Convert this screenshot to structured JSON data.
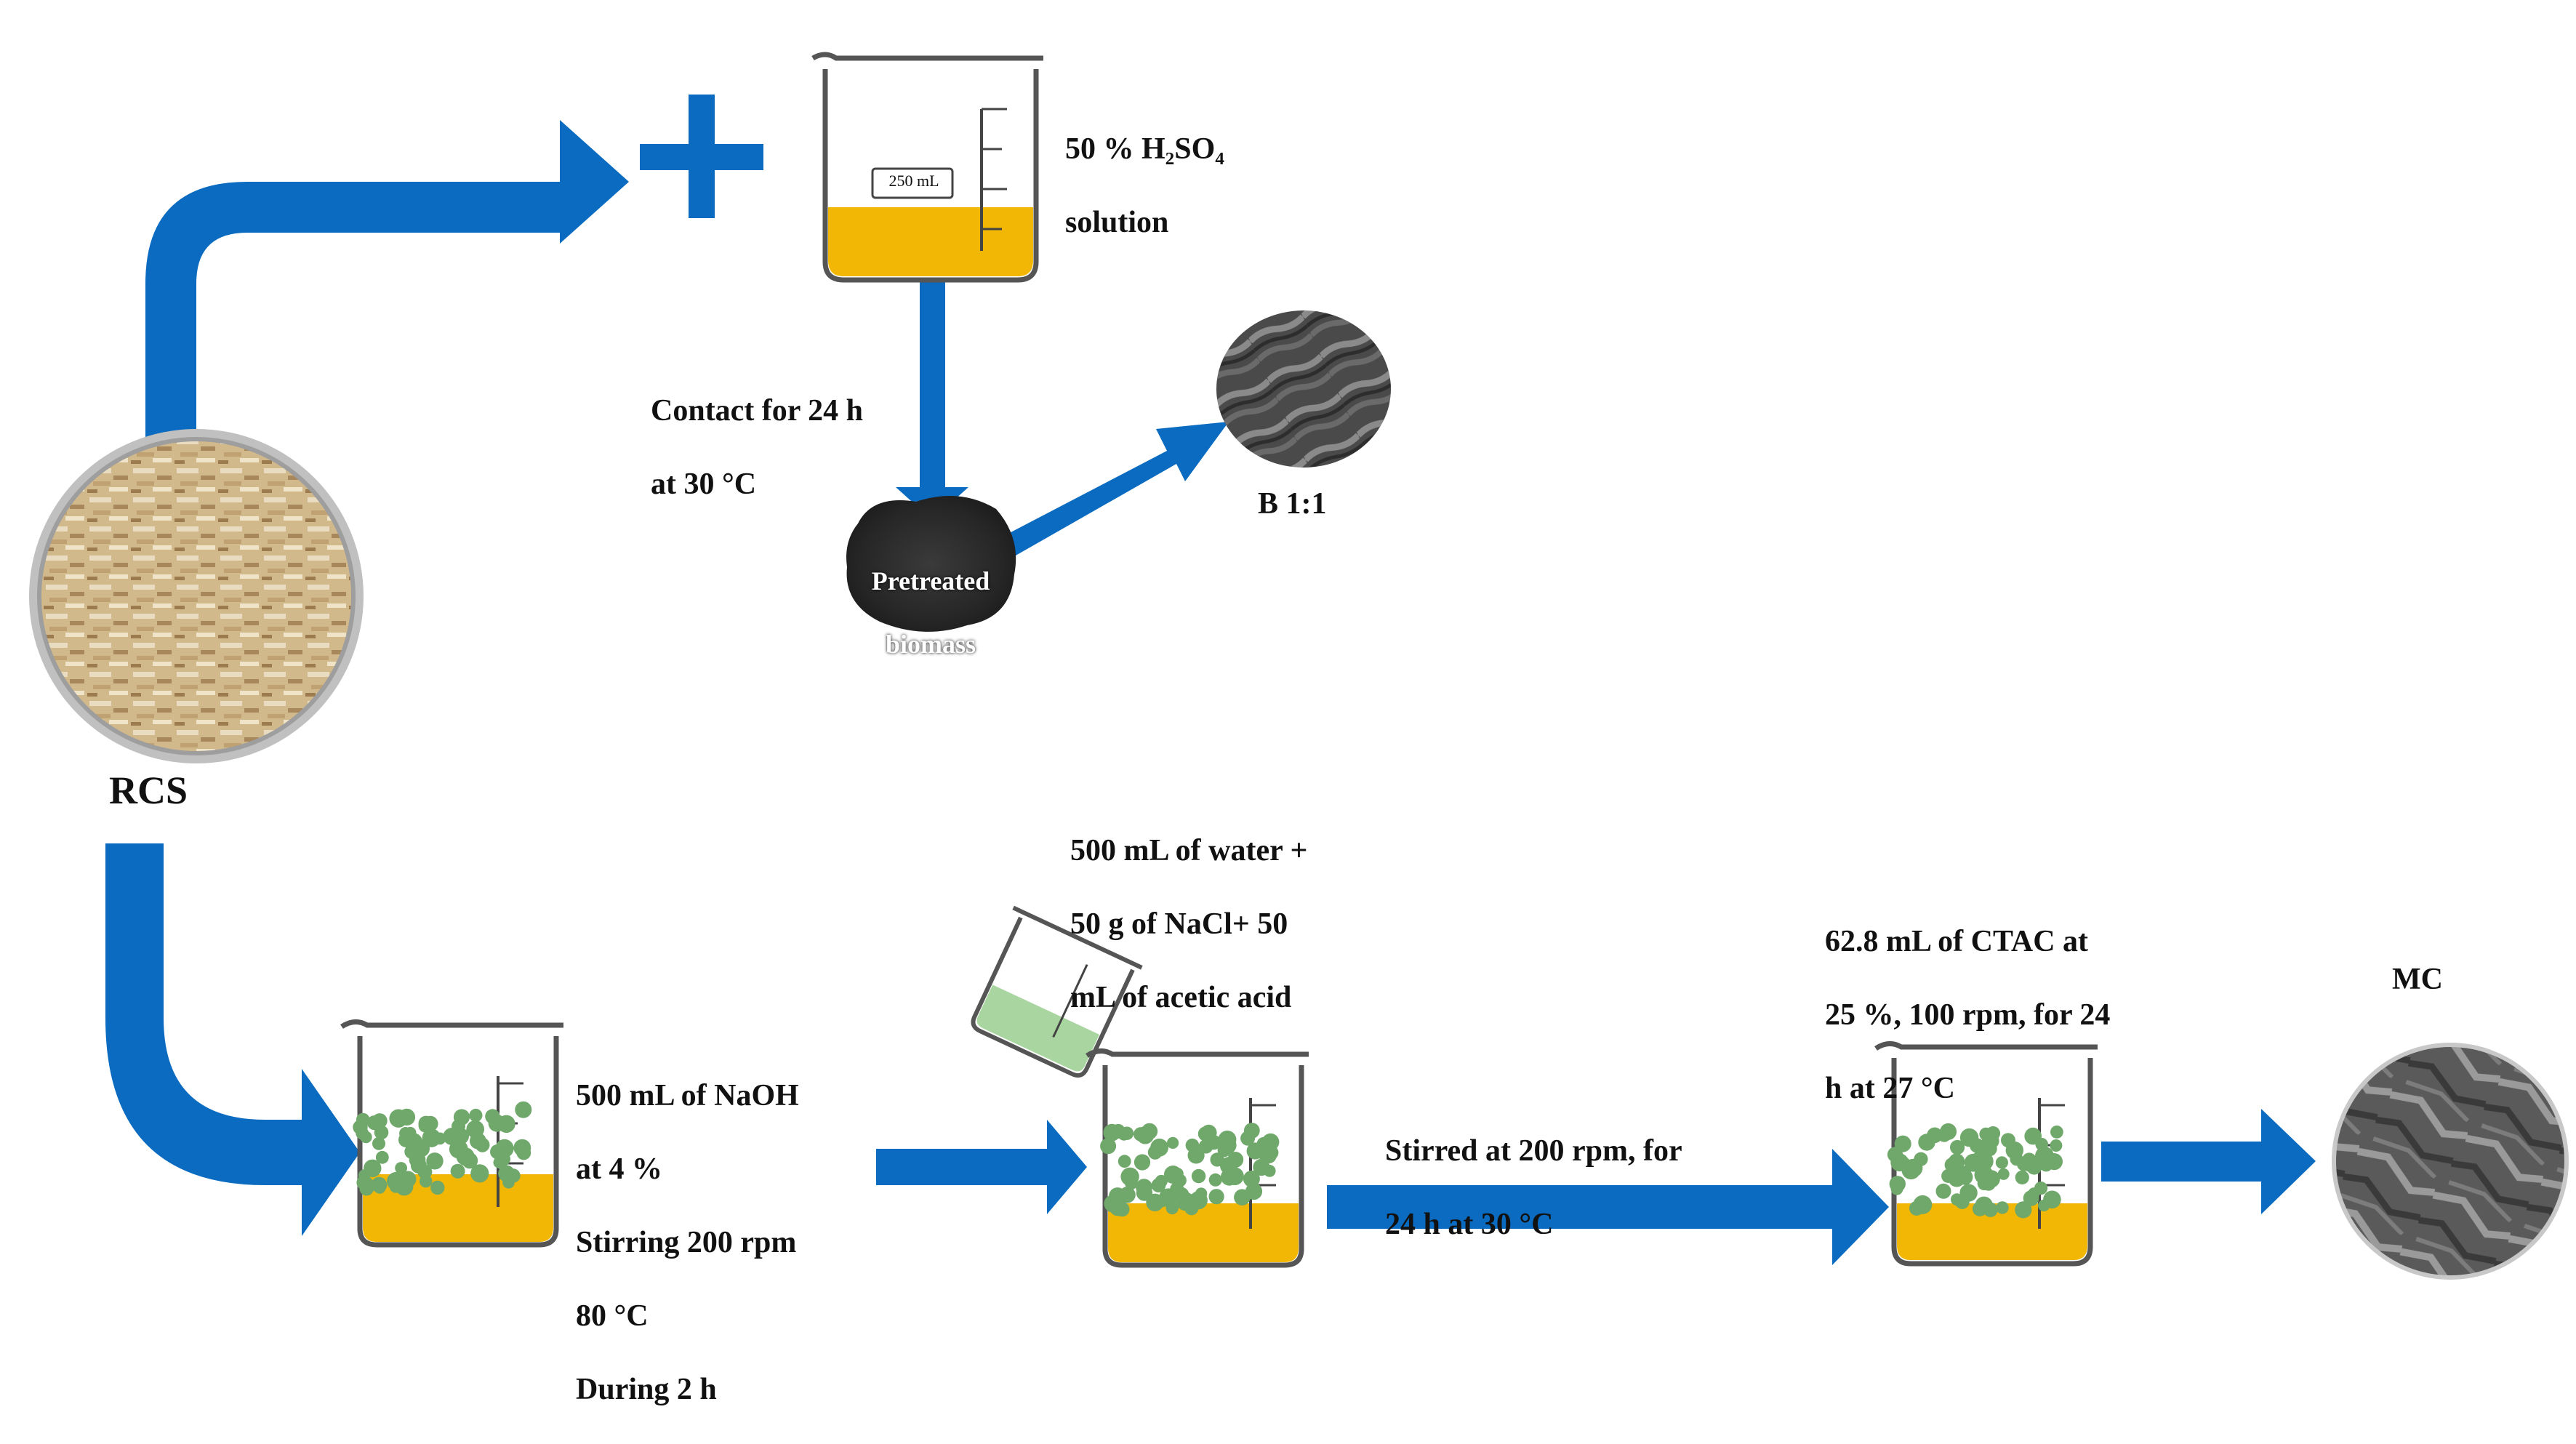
{
  "colors": {
    "arrow": "#0a6bc0",
    "acid_liquid": "#f2b705",
    "wash_liquid": "#a9d5a0",
    "particle": "#6fa86a",
    "biomass_dark": "#2b2b2b",
    "raw_biomass": "#c9ad7e"
  },
  "icons": [
    "plus-icon",
    "beaker-icon",
    "sample-circle-icon",
    "flow-arrow-icon"
  ],
  "nodes": {
    "raw": {
      "label": "RCS"
    },
    "acid": {
      "line1": "50 % H₂SO₄",
      "line2": "solution",
      "beaker_text": "250 mL"
    },
    "contact": {
      "line1": "Contact for 24 h",
      "line2": "at 30 °C"
    },
    "pretreated": {
      "line1": "Pretreated",
      "line2": "biomass"
    },
    "b11": {
      "label": "B 1:1"
    },
    "naoh": {
      "line1": "500 mL of NaOH",
      "line2": "at 4 %",
      "line3": "Stirring 200 rpm",
      "line4": "80 °C",
      "line5": "During 2 h"
    },
    "wash": {
      "line1": "500 mL of water +",
      "line2": "50 g of NaCl+ 50",
      "line3": "mL of acetic acid"
    },
    "stir": {
      "line1": "Stirred at 200 rpm, for",
      "line2": "24 h at 30 °C"
    },
    "ctac": {
      "line1": "62.8 mL of CTAC at",
      "line2": "25 %, 100 rpm, for 24",
      "line3": "h at 27 °C"
    },
    "mc": {
      "label": "MC"
    }
  }
}
